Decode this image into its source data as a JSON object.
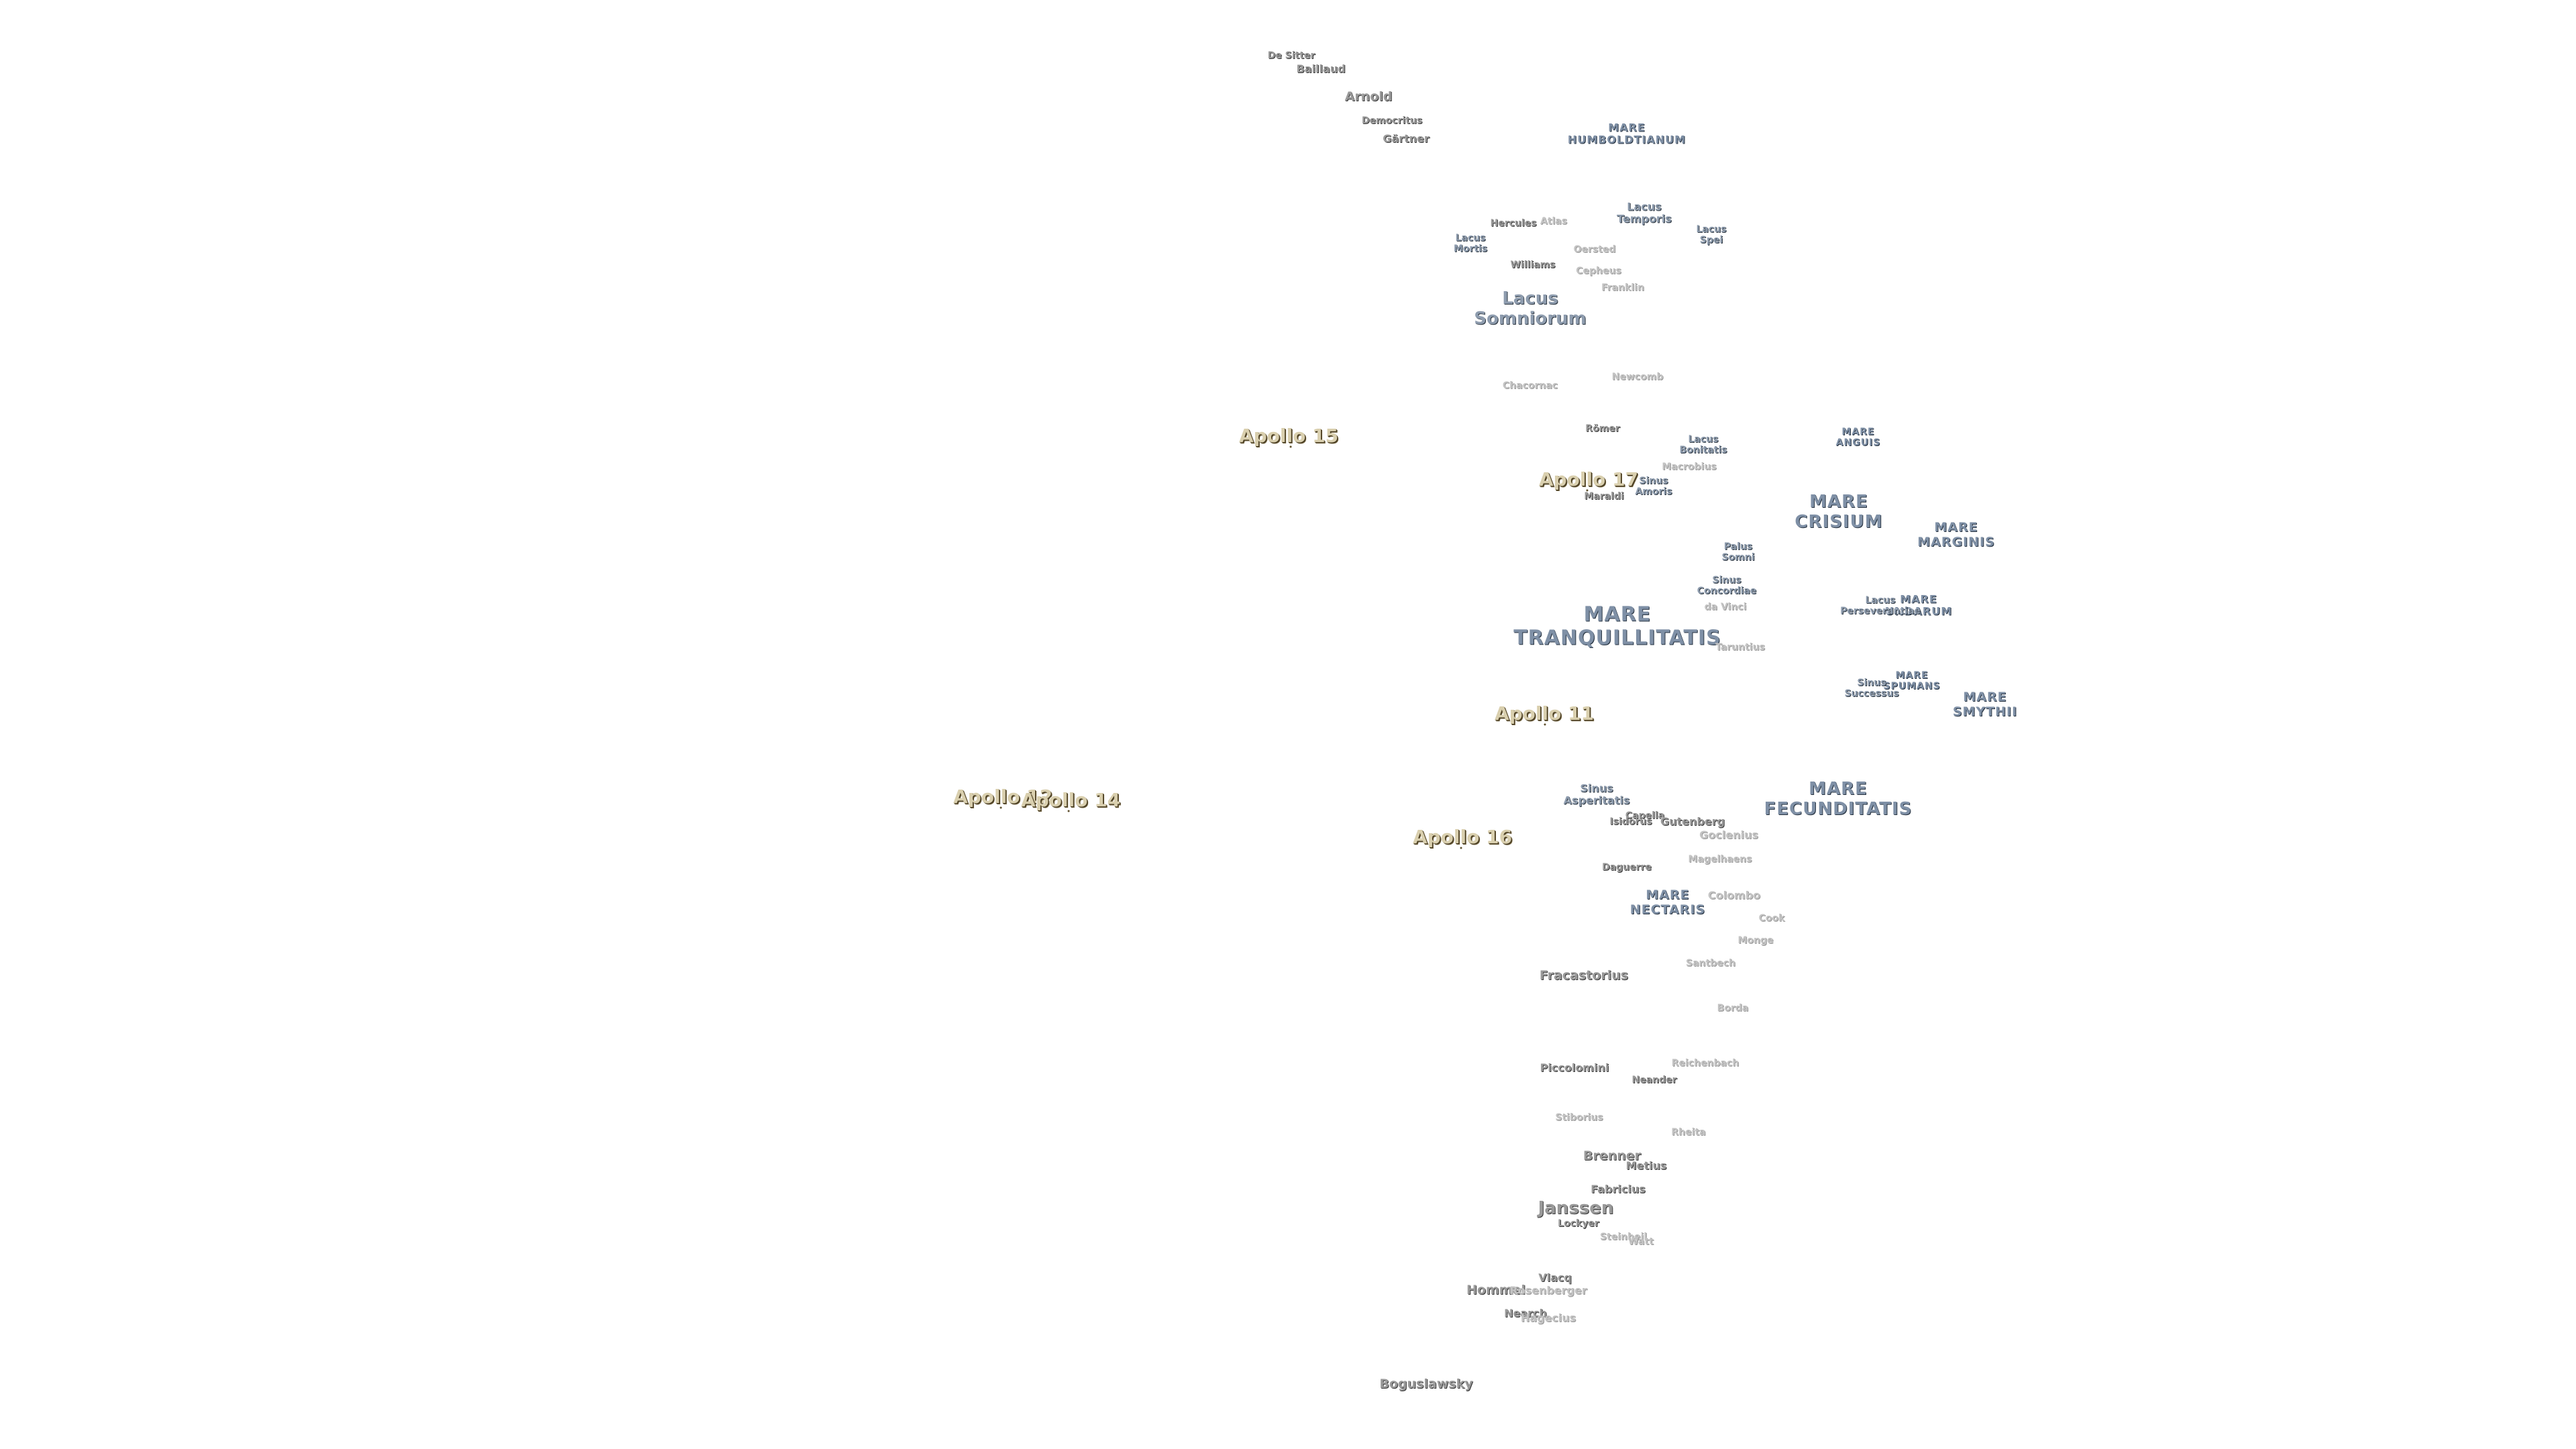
{
  "map": {
    "apollo_sites": [
      {
        "id": "a15",
        "label": "Apollo 15"
      },
      {
        "id": "a17",
        "label": "Apollo 17"
      },
      {
        "id": "a11",
        "label": "Apollo 11"
      },
      {
        "id": "a12",
        "label": "Apollo 12"
      },
      {
        "id": "a14",
        "label": "Apollo 14"
      },
      {
        "id": "a16",
        "label": "Apollo 16"
      }
    ],
    "maria": [
      {
        "id": "humboldtianum",
        "label": "MARE\nHUMBOLDTIANUM"
      },
      {
        "id": "anguis",
        "label": "MARE\nANGUIS"
      },
      {
        "id": "crisium",
        "label": "MARE\nCRISIUM"
      },
      {
        "id": "marginis",
        "label": "MARE\nMARGINIS"
      },
      {
        "id": "undarum",
        "label": "MARE\nUNDARUM"
      },
      {
        "id": "tranquillitatis",
        "label": "MARE\nTRANQUILLITATIS"
      },
      {
        "id": "spumans",
        "label": "MARE\nSPUMANS"
      },
      {
        "id": "smythii",
        "label": "MARE\nSMYTHII"
      },
      {
        "id": "fecunditatis",
        "label": "MARE\nFECUNDITATIS"
      },
      {
        "id": "nectaris",
        "label": "MARE\nNECTARIS"
      }
    ],
    "lacus_sinus_palus": [
      {
        "id": "temporis",
        "label": "Lacus\nTemporis"
      },
      {
        "id": "spei",
        "label": "Lacus\nSpei"
      },
      {
        "id": "mortis",
        "label": "Lacus\nMortis"
      },
      {
        "id": "somniorum",
        "label": "Lacus\nSomniorum"
      },
      {
        "id": "bonitatis",
        "label": "Lacus\nBonitatis"
      },
      {
        "id": "amoris",
        "label": "Sinus\nAmoris"
      },
      {
        "id": "somni",
        "label": "Palus\nSomni"
      },
      {
        "id": "concordiae",
        "label": "Sinus\nConcordiae"
      },
      {
        "id": "perseverantiae",
        "label": "Lacus\nPerseverantiae"
      },
      {
        "id": "successus",
        "label": "Sinus\nSuccessus"
      },
      {
        "id": "asperitatis",
        "label": "Sinus\nAsperitatis"
      }
    ],
    "craters": [
      {
        "id": "de-sitter",
        "label": "De Sitter"
      },
      {
        "id": "baillaud",
        "label": "Baillaud"
      },
      {
        "id": "arnold",
        "label": "Arnold"
      },
      {
        "id": "democritus",
        "label": "Democritus"
      },
      {
        "id": "gartner",
        "label": "Gärtner"
      },
      {
        "id": "hercules",
        "label": "Hercules"
      },
      {
        "id": "atlas",
        "label": "Atlas"
      },
      {
        "id": "williams",
        "label": "Williams"
      },
      {
        "id": "oersted",
        "label": "Oersted"
      },
      {
        "id": "cepheus",
        "label": "Cepheus"
      },
      {
        "id": "franklin",
        "label": "Franklin"
      },
      {
        "id": "chacornac",
        "label": "Chacornac"
      },
      {
        "id": "newcomb",
        "label": "Newcomb"
      },
      {
        "id": "romer",
        "label": "Römer"
      },
      {
        "id": "macrobius",
        "label": "Macrobius"
      },
      {
        "id": "maraldi",
        "label": "Maraldi"
      },
      {
        "id": "da-vinci",
        "label": "da Vinci"
      },
      {
        "id": "taruntius",
        "label": "Taruntius"
      },
      {
        "id": "capella",
        "label": "Capella"
      },
      {
        "id": "isidorus",
        "label": "Isidorus"
      },
      {
        "id": "gutenberg",
        "label": "Gutenberg"
      },
      {
        "id": "goclenius",
        "label": "Goclenius"
      },
      {
        "id": "daguerre",
        "label": "Daguerre"
      },
      {
        "id": "magelhaens",
        "label": "Magelhaens"
      },
      {
        "id": "colombo",
        "label": "Colombo"
      },
      {
        "id": "cook",
        "label": "Cook"
      },
      {
        "id": "monge",
        "label": "Monge"
      },
      {
        "id": "santbech",
        "label": "Santbech"
      },
      {
        "id": "fracastorius",
        "label": "Fracastorius"
      },
      {
        "id": "borda",
        "label": "Borda"
      },
      {
        "id": "reichenbach",
        "label": "Reichenbach"
      },
      {
        "id": "piccolomini",
        "label": "Piccolomini"
      },
      {
        "id": "neander",
        "label": "Neander"
      },
      {
        "id": "stiborius",
        "label": "Stiborius"
      },
      {
        "id": "rheita",
        "label": "Rheita"
      },
      {
        "id": "brenner",
        "label": "Brenner"
      },
      {
        "id": "metius",
        "label": "Metius"
      },
      {
        "id": "fabricius",
        "label": "Fabricius"
      },
      {
        "id": "janssen",
        "label": "Janssen"
      },
      {
        "id": "lockyer",
        "label": "Lockyer"
      },
      {
        "id": "steinheil",
        "label": "Steinheil"
      },
      {
        "id": "watt",
        "label": "Watt"
      },
      {
        "id": "vlacq",
        "label": "Vlacq"
      },
      {
        "id": "hommel",
        "label": "Hommel"
      },
      {
        "id": "rosenberger",
        "label": "Rosenberger"
      },
      {
        "id": "nearch",
        "label": "Nearch"
      },
      {
        "id": "hagecius",
        "label": "Hagecius"
      },
      {
        "id": "boguslawsky",
        "label": "Boguslawsky"
      }
    ]
  }
}
